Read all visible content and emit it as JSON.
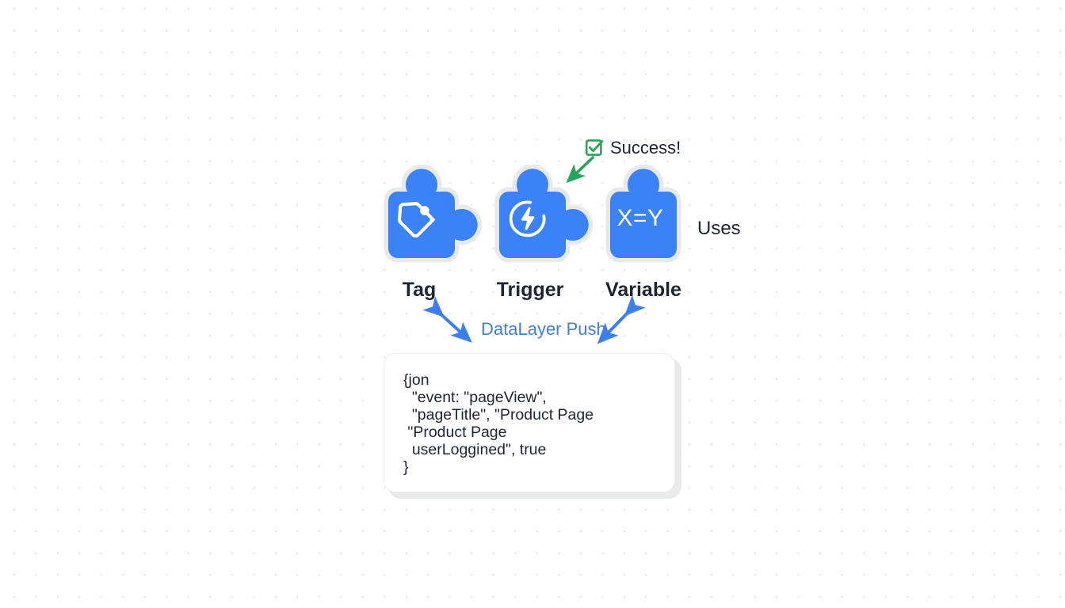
{
  "diagram": {
    "title_concept": "Google Tag Manager concept map",
    "background": {
      "style": "dotted-grid",
      "dot_color": "#e6e7ea",
      "page_color": "#ffffff"
    },
    "colors": {
      "piece_blue": "#3b82f6",
      "piece_outline": "#e8e9eb",
      "label_dark": "#1d2433",
      "accent_blue": "#3d7ff0",
      "success_green": "#22a75a",
      "card_shadow": "#e9eaec"
    },
    "pieces": [
      {
        "id": "tag",
        "label": "Tag",
        "icon": "price-tag-icon",
        "icon_text": "",
        "has_right_tab": true,
        "has_top_knob": true
      },
      {
        "id": "trigger",
        "label": "Trigger",
        "icon": "lightning-bolt-circle-icon",
        "icon_text": "",
        "has_right_tab": true,
        "has_top_knob": true
      },
      {
        "id": "variable",
        "label": "Variable",
        "icon": "equation-text",
        "icon_text": "X=Y",
        "has_right_tab": false,
        "has_top_knob": true
      }
    ],
    "annotations": {
      "success": {
        "label": "Success!",
        "icon": "green-check-square-icon",
        "arrow": "green-arrow-down-left"
      },
      "uses": {
        "label": "Uses"
      },
      "datalayer": {
        "label": "DataLayer Push",
        "left_arrow": "blue-double-arrow-up-left-down-right",
        "right_arrow": "blue-double-arrow-up-right-down-left"
      }
    },
    "code_card": {
      "lines": [
        "{jon",
        "  \"event: \"pageView\",",
        "  \"pageTitle\", \"Product Page",
        " \"Product Page",
        "  userLoggined\", true",
        "}"
      ]
    }
  }
}
